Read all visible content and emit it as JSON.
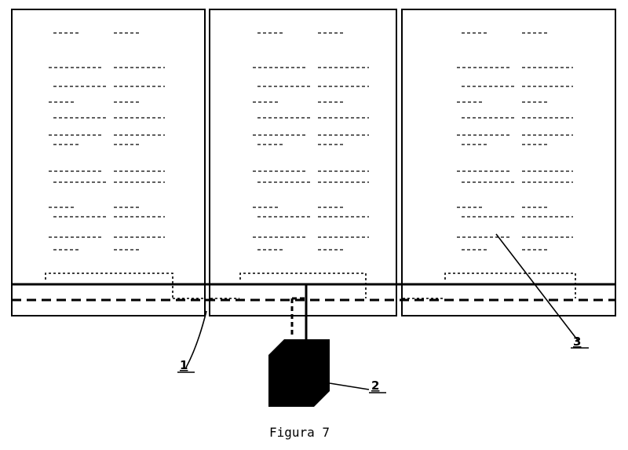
{
  "figure": {
    "caption": "Figura 7",
    "callouts": [
      {
        "id": "rail",
        "label": "1"
      },
      {
        "id": "unit",
        "label": "2"
      },
      {
        "id": "module",
        "label": "3"
      }
    ]
  },
  "colors": {
    "line": "#000000",
    "background": "#ffffff",
    "block": "#000000",
    "text_lines": "#000000"
  }
}
